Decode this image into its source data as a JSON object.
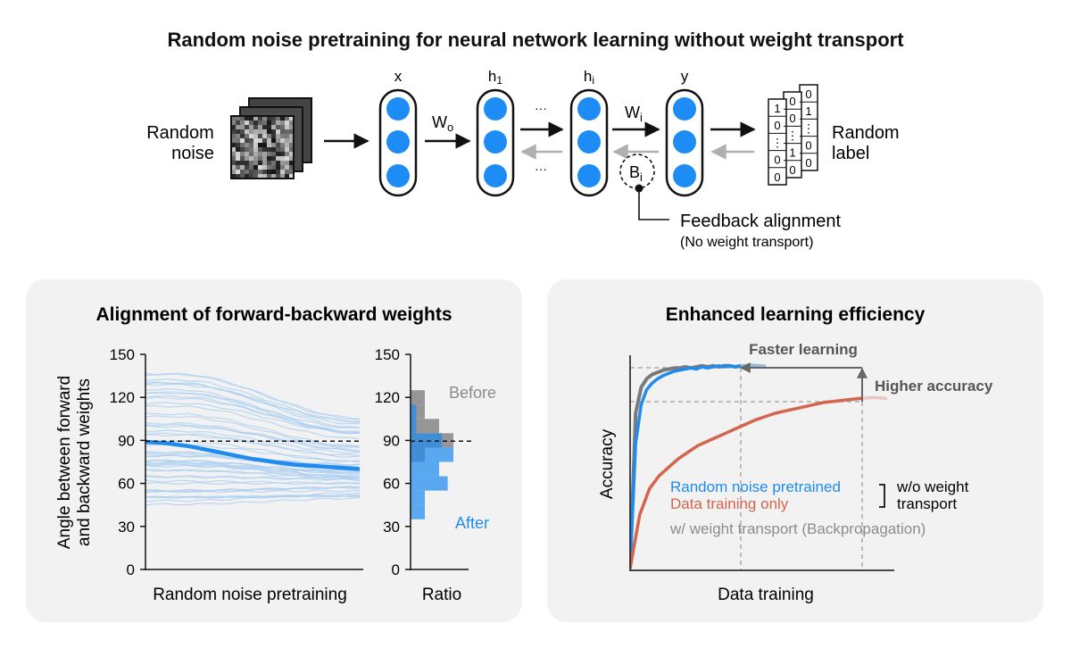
{
  "title": "Random noise pretraining for neural network learning without weight transport",
  "diagram": {
    "input_label_line1": "Random",
    "input_label_line2": "noise",
    "output_label_line1": "Random",
    "output_label_line2": "label",
    "layer_labels": [
      "x",
      "h",
      "h",
      "y"
    ],
    "layer_subscripts": [
      "1",
      "i"
    ],
    "weight_label_0": "W",
    "weight_sub_0": "o",
    "weight_label_i": "W",
    "weight_sub_i": "i",
    "feedback_label": "B",
    "feedback_sub": "i",
    "ellipsis": "···",
    "feedback_alignment": "Feedback alignment",
    "no_weight_transport": "(No weight transport)",
    "label_grid": [
      [
        "1",
        "0",
        "0"
      ],
      [
        "0",
        "0",
        "1"
      ],
      [
        "⋮",
        "⋮",
        "⋮"
      ],
      [
        "0",
        "1",
        "0"
      ],
      [
        "0",
        "0",
        "0"
      ]
    ]
  },
  "panels": {
    "left_title": "Alignment of forward-backward weights",
    "right_title": "Enhanced learning efficiency"
  },
  "chart_data": [
    {
      "type": "line",
      "ylabel_line1": "Angle between forward",
      "ylabel_line2": "and backward weights",
      "xlabel": "Random noise pretraining",
      "ylim": [
        0,
        150
      ],
      "yticks": [
        "0",
        "30",
        "60",
        "90",
        "120",
        "150"
      ],
      "reference_line": 90,
      "series": [
        {
          "values": [
            89,
            88,
            86,
            83,
            80,
            77,
            75,
            73,
            72,
            71,
            70
          ]
        }
      ],
      "thin_line_start_range": [
        42,
        140
      ],
      "thin_line_count": 50
    },
    {
      "type": "bar",
      "orientation": "horizontal histogram",
      "xlabel": "Ratio",
      "ylim": [
        0,
        150
      ],
      "yticks": [
        "0",
        "30",
        "60",
        "90",
        "120",
        "150"
      ],
      "reference_line": 90,
      "series": [
        {
          "name": "Before",
          "color": "#8c8c8c",
          "bins": [
            [
              115,
              125,
              0.25
            ],
            [
              105,
              115,
              0.25
            ],
            [
              95,
              105,
              0.5
            ],
            [
              85,
              95,
              0.75
            ],
            [
              75,
              85,
              0.25
            ]
          ]
        },
        {
          "name": "After",
          "color": "#1f8bef",
          "bins": [
            [
              105,
              115,
              0.1
            ],
            [
              95,
              105,
              0.1
            ],
            [
              85,
              95,
              0.55
            ],
            [
              75,
              85,
              0.75
            ],
            [
              65,
              75,
              0.5
            ],
            [
              55,
              65,
              0.65
            ],
            [
              45,
              55,
              0.25
            ],
            [
              35,
              45,
              0.25
            ]
          ]
        }
      ]
    },
    {
      "type": "line",
      "xlabel": "Data training",
      "ylabel": "Accuracy",
      "annotations": [
        "Faster learning",
        "Higher accuracy"
      ],
      "series": [
        {
          "name": "w/ weight transport (Backpropagation)",
          "color": "#7a7a7a",
          "values": [
            0,
            72,
            84,
            88,
            90,
            91,
            92,
            92.5,
            93,
            93,
            93.5,
            93,
            93.5,
            94,
            93.5,
            94,
            93.5,
            94,
            94,
            93.5,
            94
          ]
        },
        {
          "name": "Random noise pretrained",
          "color": "#1f8bef",
          "values": [
            0,
            58,
            76,
            83,
            86,
            88,
            89.5,
            90.5,
            91.5,
            92,
            92.5,
            93,
            92.5,
            93.5,
            93,
            93.5,
            94,
            93.5,
            94,
            93.5,
            94
          ]
        },
        {
          "name": "Data training only",
          "color": "#d4644c",
          "values": [
            0,
            25,
            37,
            43,
            47,
            51,
            54,
            57,
            59,
            61,
            63,
            65,
            67,
            69,
            70.5,
            72,
            73,
            74,
            75,
            76,
            77,
            77.5,
            78,
            78.5,
            79
          ]
        }
      ],
      "legend": {
        "pretrained": "Random noise pretrained",
        "data_only": "Data training only",
        "group_label_line1": "w/o weight",
        "group_label_line2": "transport",
        "backprop": "w/ weight transport (Backpropagation)"
      }
    }
  ],
  "colors": {
    "blue": "#1f8bef",
    "blue_light": "#a8cdf2",
    "gray": "#8c8c8c",
    "red": "#d4644c",
    "panel_bg": "#f2f2f2",
    "node_fill": "#1e8cf5"
  }
}
